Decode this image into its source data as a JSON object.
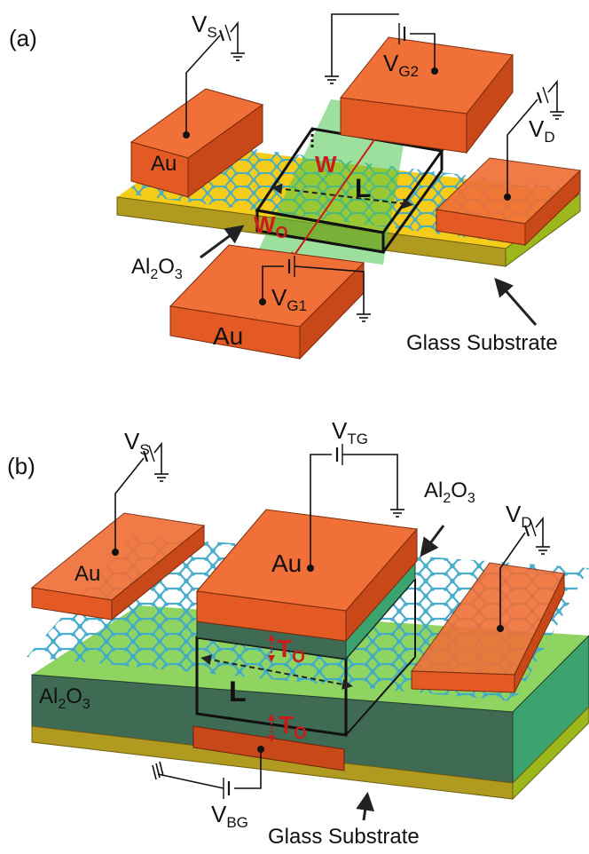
{
  "panel_a": {
    "tag": "(a)",
    "labels": {
      "vs": "V",
      "vs_sub": "S",
      "vg2": "V",
      "vg2_sub": "G2",
      "vd": "V",
      "vd_sub": "D",
      "vg1": "V",
      "vg1_sub": "G1",
      "au_left": "Au",
      "au_bottom": "Au",
      "w0_top": "W",
      "w0_top_sub": "O",
      "w": "W",
      "l": "L",
      "w0_bottom": "W",
      "w0_bottom_sub": "O",
      "al2o3": "Al",
      "al2o3_sub": "2",
      "al2o3_tail": "O",
      "al2o3_sub2": "3",
      "substrate": "Glass Substrate"
    }
  },
  "panel_b": {
    "tag": "(b)",
    "labels": {
      "vs": "V",
      "vs_sub": "S",
      "vtg": "V",
      "vtg_sub": "TG",
      "vd": "V",
      "vd_sub": "D",
      "vbg": "V",
      "vbg_sub": "BG",
      "al2o3_top": "Al",
      "al2o3_top_sub": "2",
      "al2o3_top_tail": "O",
      "al2o3_top_sub2": "3",
      "au_left": "Au",
      "au_top": "Au",
      "t0_top": "T",
      "t0_top_sub": "O",
      "l": "L",
      "t0_bottom": "T",
      "t0_bottom_sub": "O",
      "al2o3_layer": "Al",
      "al2o3_layer_sub": "2",
      "al2o3_layer_tail": "O",
      "al2o3_layer_sub2": "3",
      "substrate": "Glass Substrate"
    }
  },
  "colors": {
    "au_front": "#e35a24",
    "au_top": "#f07038",
    "graphene": "#3fa9c9",
    "yellow_sheet": "#f5cc1a",
    "green_gate": "#4cc44c",
    "al2o3_dark": "#3f6b55",
    "glass": "#b09a1f",
    "green_sheet": "#8fd461",
    "label_red": "#cc1b1b"
  }
}
